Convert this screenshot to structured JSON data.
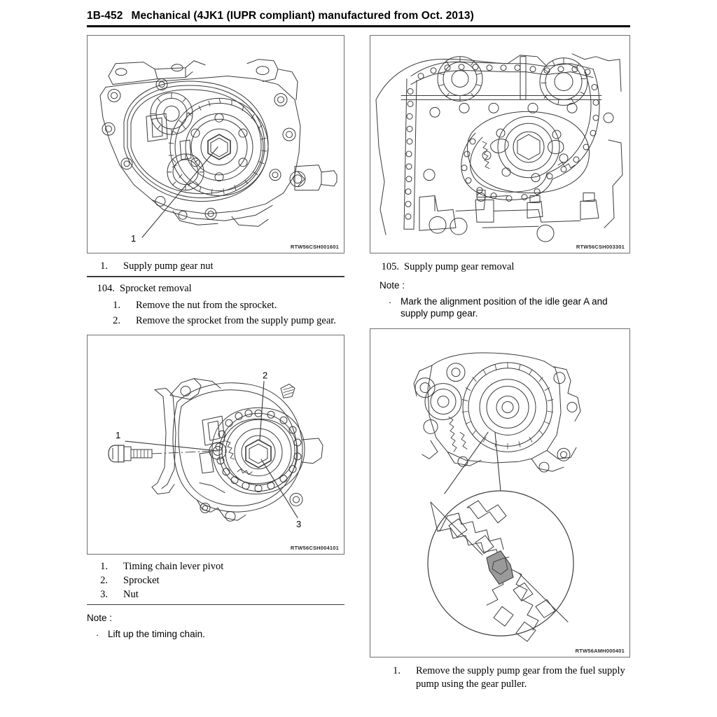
{
  "header": {
    "page_code": "1B-452",
    "title": "Mechanical (4JK1 (IUPR compliant) manufactured from Oct. 2013)"
  },
  "figures": {
    "fig1": {
      "code": "RTW56CSH001601",
      "callouts": [
        "1"
      ]
    },
    "fig2": {
      "code": "RTW56CSH003301",
      "callouts": []
    },
    "fig3": {
      "code": "RTW56CSH004101",
      "callouts": [
        "1",
        "2",
        "3"
      ]
    },
    "fig4": {
      "code": "RTW56AMH000401",
      "callouts": []
    }
  },
  "left_column": {
    "fig1_caption": [
      {
        "num": "1.",
        "text": "Supply pump gear nut"
      }
    ],
    "section": {
      "num": "104.",
      "title": "Sprocket  removal",
      "steps": [
        {
          "num": "1.",
          "text": "Remove the nut from the sprocket."
        },
        {
          "num": "2.",
          "text": "Remove the sprocket from the supply pump gear."
        }
      ]
    },
    "fig3_caption": [
      {
        "num": "1.",
        "text": "Timing chain lever pivot"
      },
      {
        "num": "2.",
        "text": "Sprocket"
      },
      {
        "num": "3.",
        "text": "Nut"
      }
    ],
    "note": {
      "title": "Note :",
      "bullet": "·",
      "items": [
        "Lift up the timing chain."
      ]
    }
  },
  "right_column": {
    "section": {
      "num": "105.",
      "title": "Supply pump gear  removal"
    },
    "note": {
      "title": "Note :",
      "bullet": "·",
      "items": [
        "Mark the alignment position of the idle gear A and supply pump gear."
      ]
    },
    "final_step": {
      "num": "1.",
      "text": "Remove the supply pump gear from the fuel supply pump using the gear puller."
    }
  },
  "colors": {
    "ink": "#000000",
    "line_art": "#3a3a3a",
    "frame": "#6e6e6e",
    "highlight_gray": "#9a9a9a"
  }
}
